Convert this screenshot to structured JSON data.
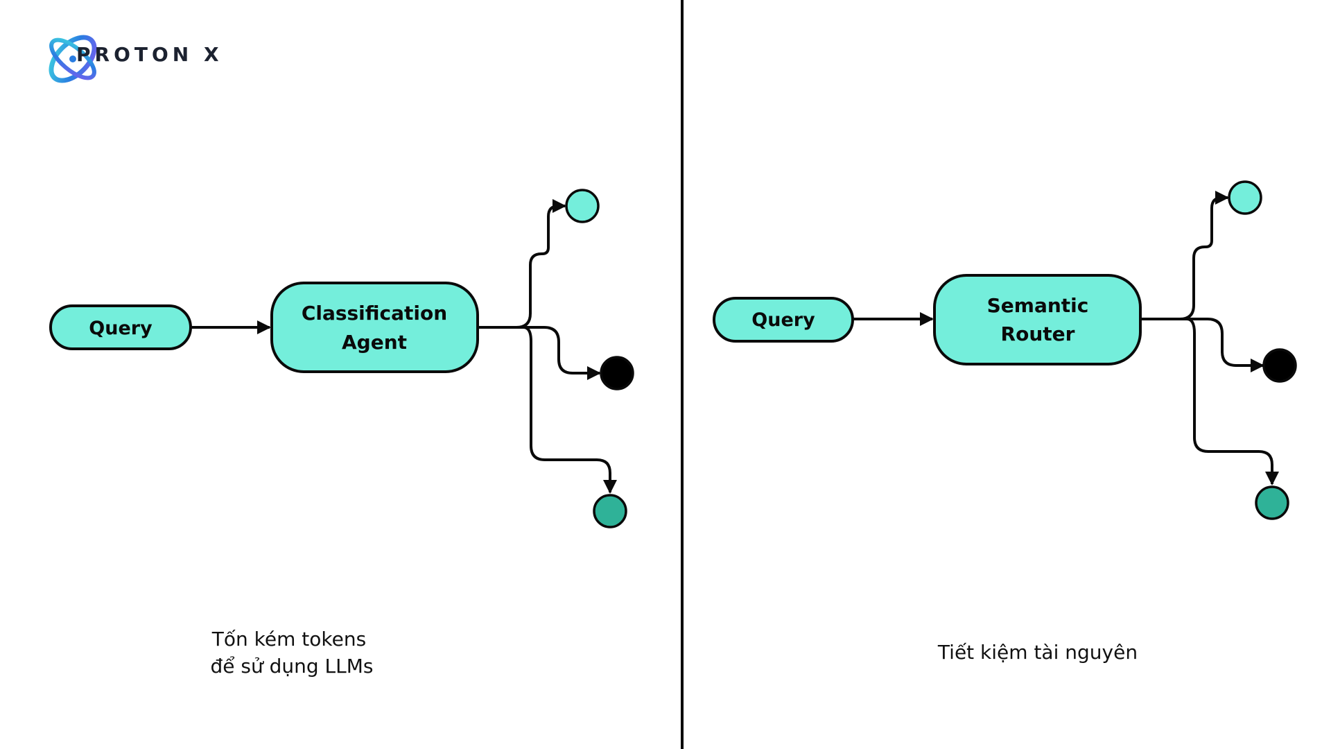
{
  "logo": {
    "text": "PROTON X",
    "colors": [
      "#3fd3e0",
      "#2a7de1",
      "#7b5cf0"
    ]
  },
  "colors": {
    "node_fill": "#74eedb",
    "node_stroke": "#0a0a0a",
    "endpoint_light": "#74eedb",
    "endpoint_dark": "#000000",
    "endpoint_green": "#2fb298",
    "divider": "#000000"
  },
  "left": {
    "query_label": "Query",
    "agent_line1": "Classification",
    "agent_line2": "Agent",
    "caption_line1": "Tốn kém tokens",
    "caption_line2": "để sử dụng LLMs"
  },
  "right": {
    "query_label": "Query",
    "router_line1": "Semantic",
    "router_line2": "Router",
    "caption": "Tiết kiệm tài nguyên"
  }
}
